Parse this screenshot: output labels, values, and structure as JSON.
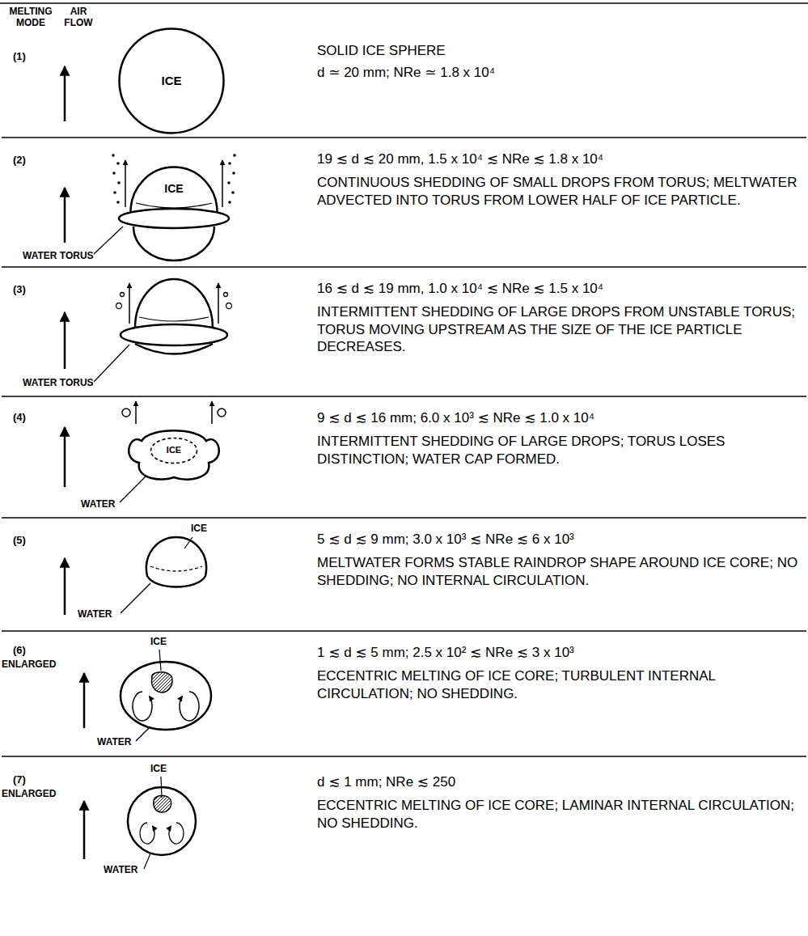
{
  "diagram": {
    "nodes": [
      {
        "text": [
          "ICE"
        ]
      },
      {
        "text": [
          "ICE"
        ]
      },
      {
        "text": [
          "ICE"
        ]
      }
    ],
    "labels": [
      "MELTING MODE",
      "AIR FLOW",
      "(1)",
      "SOLID ICE SPHERE",
      "d ≃ 20 mm; NRe ≃ 1.8 x 10⁴",
      "(2)",
      "WATER TORUS",
      "19 ≲ d ≲ 20 mm, 1.5 x 10⁴ ≲ NRe ≲ 1.8 x 10⁴",
      "CONTINUOUS SHEDDING OF SMALL DROPS FROM TORUS; MELTWATER ADVECTED INTO TORUS FROM LOWER HALF OF ICE PARTICLE.",
      "(3)",
      "WATER TORUS",
      "16 ≲ d ≲ 19 mm, 1.0 x 10⁴ ≲ NRe ≲ 1.5 x 10⁴",
      "INTERMITTENT SHEDDING OF LARGE DROPS FROM UNSTABLE TORUS; TORUS MOVING UPSTREAM AS THE SIZE OF THE ICE PARTICLE DECREASES.",
      "(4)",
      "WATER",
      "9 ≲ d ≲ 16 mm; 6.0 x 10³ ≲ NRe ≲ 1.0 x 10⁴",
      "INTERMITTENT SHEDDING OF LARGE DROPS; TORUS LOSES DISTINCTION; WATER CAP FORMED.",
      "(5)",
      "ICE",
      "WATER",
      "5 ≲ d ≲ 9 mm; 3.0 x 10³ ≲ NRe ≲ 6 x 10³",
      "MELTWATER FORMS STABLE RAINDROP SHAPE AROUND ICE CORE; NO SHEDDING; NO INTERNAL CIRCULATION.",
      "(6)",
      "ENLARGED",
      "ICE",
      "WATER",
      "1 ≲ d ≲ 5 mm; 2.5 x 10² ≲ NRe ≲ 3 x 10³",
      "ECCENTRIC MELTING OF ICE CORE; TURBULENT INTERNAL CIRCULATION; NO SHEDDING.",
      "(7)",
      "ENLARGED",
      "ICE",
      "WATER",
      "d ≲ 1 mm; NRe ≲ 250",
      "ECCENTRIC MELTING OF ICE CORE; LAMINAR INTERNAL CIRCULATION; NO SHEDDING."
    ]
  }
}
